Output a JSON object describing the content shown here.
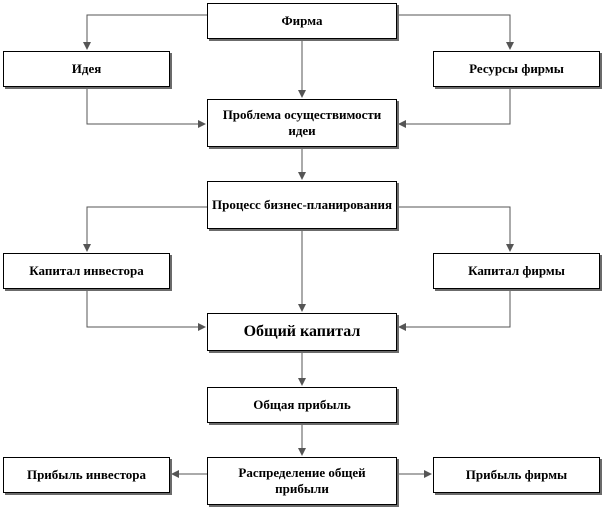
{
  "diagram": {
    "line_color": "#555555",
    "shadow_color": "#6b6b6b",
    "nodes": {
      "firm": "Фирма",
      "idea": "Идея",
      "resources": "Ресурсы фирмы",
      "problem": "Проблема осуществимости идеи",
      "planning": "Процесс бизнес-планирования",
      "investor_capital": "Капитал инвестора",
      "firm_capital": "Капитал фирмы",
      "total_capital": "Общий капитал",
      "total_profit": "Общая прибыль",
      "distribution": "Распределение общей прибыли",
      "investor_profit": "Прибыль инвестора",
      "firm_profit": "Прибыль фирмы"
    },
    "edges": [
      {
        "from": "firm",
        "to": "idea"
      },
      {
        "from": "firm",
        "to": "resources"
      },
      {
        "from": "firm",
        "to": "problem"
      },
      {
        "from": "idea",
        "to": "problem"
      },
      {
        "from": "resources",
        "to": "problem"
      },
      {
        "from": "problem",
        "to": "planning"
      },
      {
        "from": "planning",
        "to": "investor_capital"
      },
      {
        "from": "planning",
        "to": "firm_capital"
      },
      {
        "from": "planning",
        "to": "total_capital"
      },
      {
        "from": "investor_capital",
        "to": "total_capital"
      },
      {
        "from": "firm_capital",
        "to": "total_capital"
      },
      {
        "from": "total_capital",
        "to": "total_profit"
      },
      {
        "from": "total_profit",
        "to": "distribution"
      },
      {
        "from": "distribution",
        "to": "investor_profit"
      },
      {
        "from": "distribution",
        "to": "firm_profit"
      }
    ]
  }
}
